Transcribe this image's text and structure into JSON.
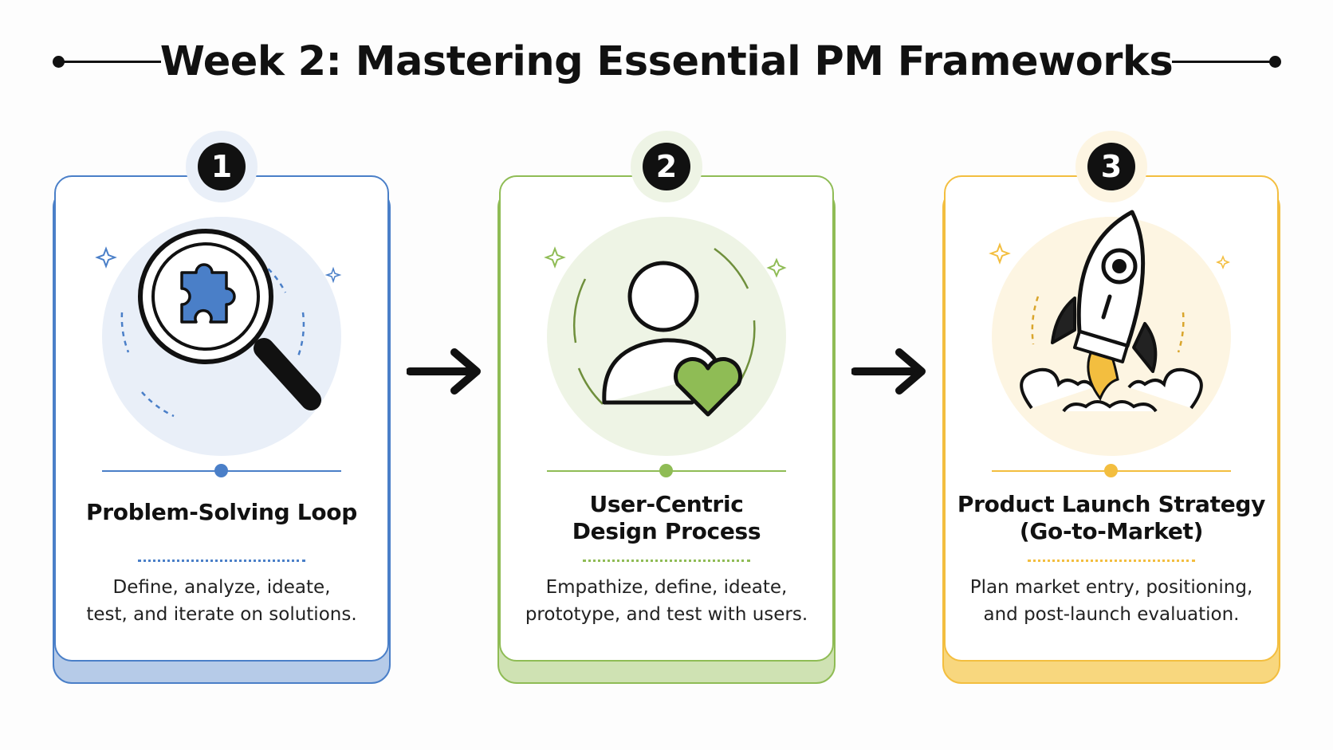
{
  "title": "Week 2: Mastering Essential PM Frameworks",
  "arrows": [
    {
      "icon": "arrow-right-icon"
    },
    {
      "icon": "arrow-right-icon"
    }
  ],
  "cards": [
    {
      "number": "1",
      "title": "Problem-Solving Loop",
      "description": "Define, analyze, ideate,\ntest, and iterate on solutions.",
      "icon": "magnifier-puzzle-icon",
      "accent": "#4a7fc8",
      "soft": "#e9eff8",
      "base": "#b6cbe8"
    },
    {
      "number": "2",
      "title": "User-Centric\nDesign Process",
      "description": "Empathize, define, ideate,\nprototype, and test with users.",
      "icon": "user-heart-icon",
      "accent": "#8fbc55",
      "soft": "#eef4e5",
      "base": "#cfe2b3"
    },
    {
      "number": "3",
      "title": "Product Launch Strategy\n(Go-to-Market)",
      "description": "Plan market entry, positioning,\nand post-launch evaluation.",
      "icon": "rocket-launch-icon",
      "accent": "#f3be3f",
      "soft": "#fdf5e2",
      "base": "#f8d77e"
    }
  ]
}
